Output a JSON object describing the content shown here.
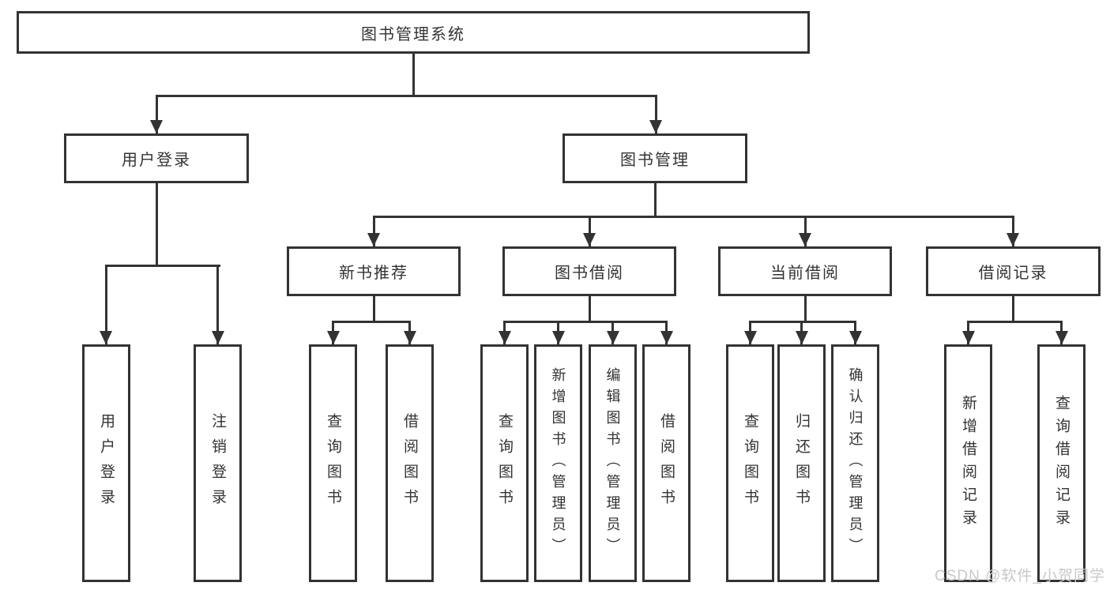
{
  "diagram": {
    "title_node": {
      "label": "图书管理系统"
    },
    "level2": [
      {
        "label": "用户登录"
      },
      {
        "label": "图书管理"
      }
    ],
    "level3": [
      {
        "label": "新书推荐"
      },
      {
        "label": "图书借阅"
      },
      {
        "label": "当前借阅"
      },
      {
        "label": "借阅记录"
      }
    ],
    "leaves": {
      "user_login": [
        {
          "label": "用户登录"
        },
        {
          "label": "注销登录"
        }
      ],
      "new_book": [
        {
          "label": "查询图书"
        },
        {
          "label": "借阅图书"
        }
      ],
      "book_borrow": [
        {
          "label": "查询图书"
        },
        {
          "label": "新增图书（管理员）"
        },
        {
          "label": "编辑图书（管理员）"
        },
        {
          "label": "借阅图书"
        }
      ],
      "current_borrow": [
        {
          "label": "查询图书"
        },
        {
          "label": "归还图书"
        },
        {
          "label": "确认归还（管理员）"
        }
      ],
      "borrow_record": [
        {
          "label": "新增借阅记录"
        },
        {
          "label": "查询借阅记录"
        }
      ]
    },
    "watermark": "CSDN @软件_小贺同学",
    "colors": {
      "line": "#333333",
      "text": "#333333",
      "watermark": "#c8c8ca",
      "background": "#ffffff"
    }
  }
}
